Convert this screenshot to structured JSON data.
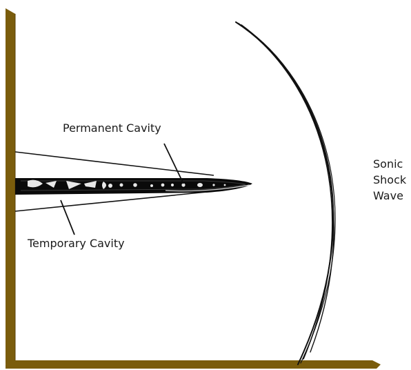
{
  "labels": {
    "permanent_cavity": "Permanent Cavity",
    "temporary_cavity": "Temporary Cavity",
    "shock_wave_lines": [
      "Sonic",
      "Shock",
      "Wave"
    ]
  },
  "colors": {
    "frame": "#7a5c0c",
    "frame_shadow": "#5a4208",
    "ink": "#111111",
    "background": "#ffffff"
  }
}
